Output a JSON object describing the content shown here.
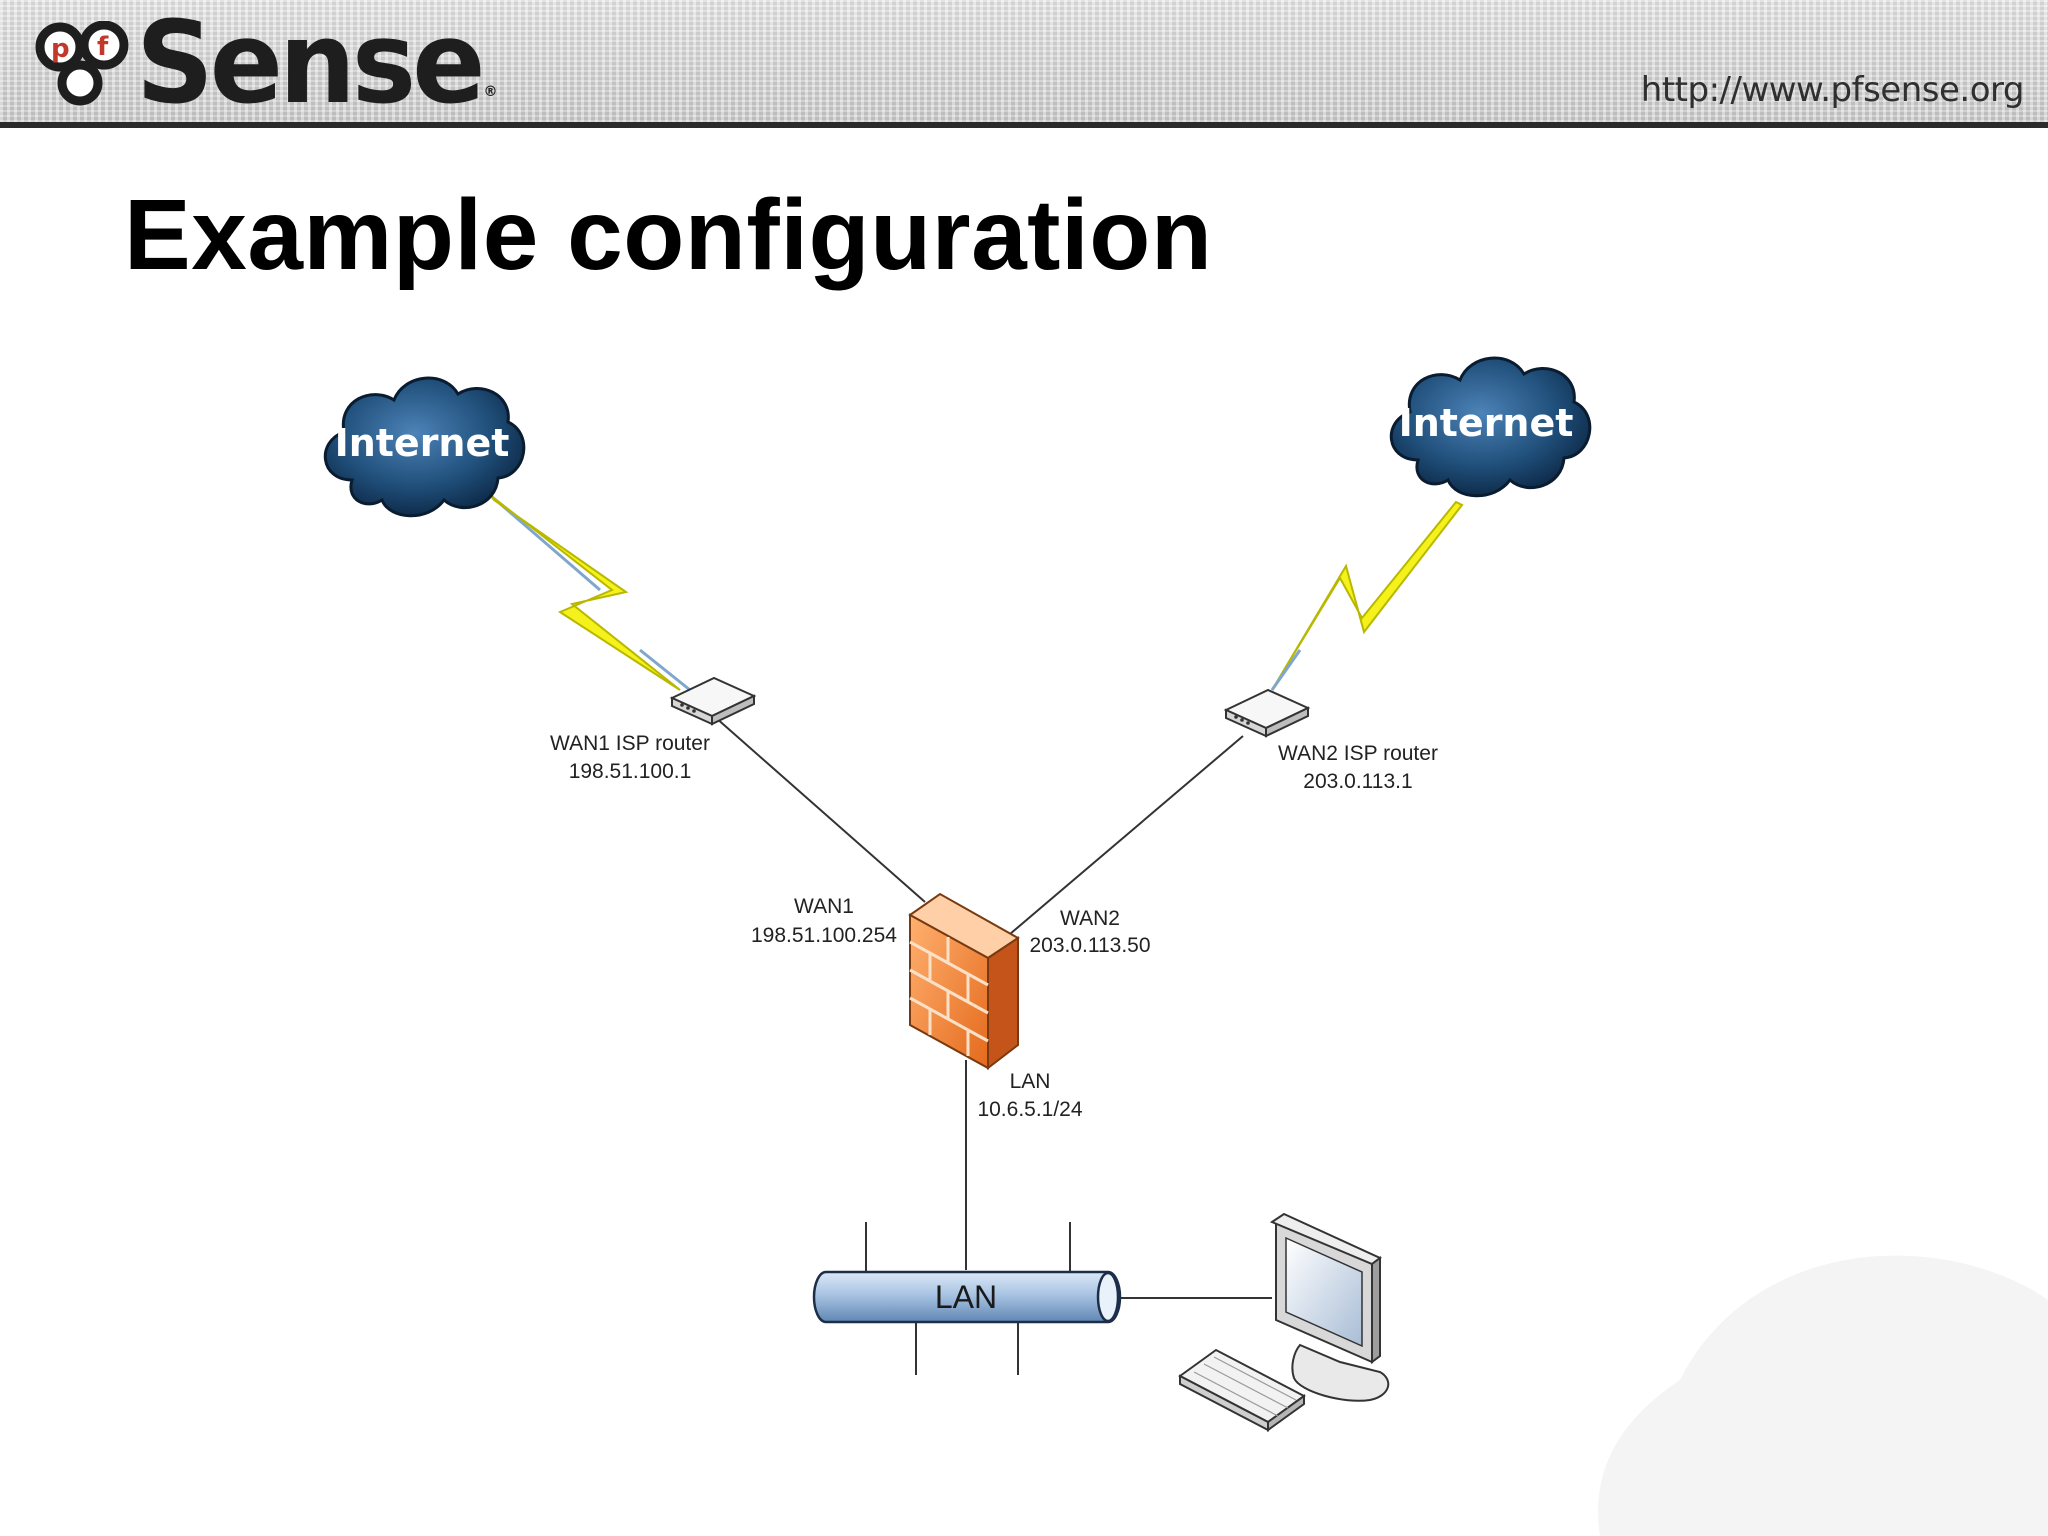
{
  "header": {
    "logo_text": "Sense",
    "logo_registered": "®",
    "url": "http://www.pfsense.org"
  },
  "slide": {
    "title": "Example configuration"
  },
  "diagram": {
    "clouds": [
      {
        "label": "Internet"
      },
      {
        "label": "Internet"
      }
    ],
    "routers": [
      {
        "name": "WAN1 ISP router",
        "ip": "198.51.100.1"
      },
      {
        "name": "WAN2 ISP router",
        "ip": "203.0.113.1"
      }
    ],
    "firewall": {
      "interfaces": [
        {
          "name": "WAN1",
          "ip": "198.51.100.254"
        },
        {
          "name": "WAN2",
          "ip": "203.0.113.50"
        },
        {
          "name": "LAN",
          "ip": "10.6.5.1/24"
        }
      ]
    },
    "lan_segment": {
      "label": "LAN"
    },
    "colors": {
      "cloud": "#1f4e79",
      "lightning": "#f4f21a",
      "firewall": "#f08a3c",
      "lan_pipe": "#a9c4e3"
    }
  }
}
